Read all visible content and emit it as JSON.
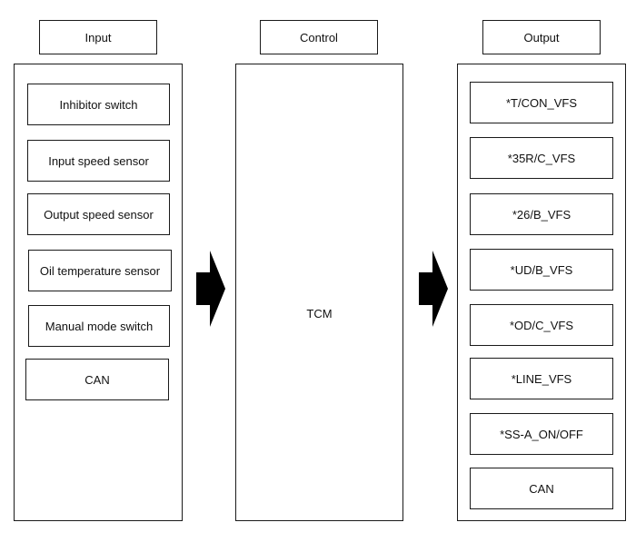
{
  "headers": {
    "input": "Input",
    "control": "Control",
    "output": "Output"
  },
  "inputs": [
    "Inhibitor switch",
    "Input speed sensor",
    "Output speed sensor",
    "Oil temperature sensor",
    "Manual mode switch",
    "CAN"
  ],
  "control": {
    "label": "TCM"
  },
  "outputs": [
    "*T/CON_VFS",
    "*35R/C_VFS",
    "*26/B_VFS",
    "*UD/B_VFS",
    "*OD/C_VFS",
    "*LINE_VFS",
    "*SS-A_ON/OFF",
    "CAN"
  ],
  "colors": {
    "stroke": "#1a1a1a",
    "arrow_fill": "#000000",
    "background": "#ffffff"
  }
}
